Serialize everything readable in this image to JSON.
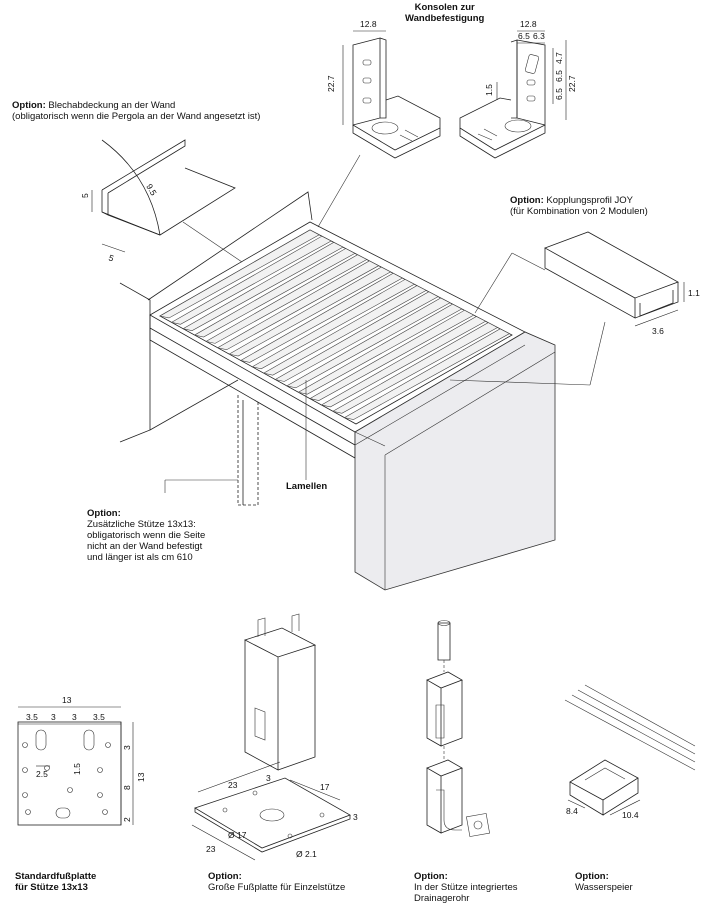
{
  "labels": {
    "konsolen_line1": "Konsolen zur",
    "konsolen_line2": "Wandbefestigung",
    "blech_title": "Option:",
    "blech_text": " Blechabdeckung an der Wand",
    "blech_sub": "(obligatorisch wenn die Pergola an der Wand angesetzt ist)",
    "joy_title": "Option:",
    "joy_text": " Kopplungsprofil JOY",
    "joy_sub": "(für Kombination von 2 Modulen)",
    "stuetze_title": "Option:",
    "stuetze_line1": "Zusätzliche Stütze 13x13:",
    "stuetze_line2": "obligatorisch wenn die Seite",
    "stuetze_line3": "nicht an der Wand befestigt",
    "stuetze_line4": "und länger ist als cm 610",
    "lamellen": "Lamellen",
    "fuss_line1": "Standardfußplatte",
    "fuss_line2": "für Stütze 13x13",
    "gross_title": "Option:",
    "gross_text": "Große Fußplatte für Einzelstütze",
    "drain_title": "Option:",
    "drain_line1": "In der Stütze integriertes",
    "drain_line2": "Drainagerohr",
    "wasser_title": "Option:",
    "wasser_text": "Wasserspeier"
  },
  "dims": {
    "bracket_l_width": "12.8",
    "bracket_l_height": "22.7",
    "bracket_r_width": "12.8",
    "bracket_r_a": "6.5",
    "bracket_r_b": "6.3",
    "bracket_r_c": "6.5",
    "bracket_r_d": "4.7",
    "bracket_r_e": "6.5",
    "bracket_r_h": "22.7",
    "bracket_r_f": "1.5",
    "blech_h": "5",
    "blech_w": "5",
    "blech_r": "9.5",
    "joy_h": "1.1",
    "joy_w": "3.6",
    "plate_total": "13",
    "plate_a": "3.5",
    "plate_b": "3",
    "plate_c": "3",
    "plate_d": "3.5",
    "plate_slot_w": "2.5",
    "plate_slot_h": "1.5",
    "plate_r1": "3",
    "plate_r2": "8",
    "plate_r3": "2",
    "plate_rt": "13",
    "gross_a": "23",
    "gross_b": "3",
    "gross_c": "17",
    "gross_d": "3",
    "gross_e": "23",
    "gross_hole": "Ø 17",
    "gross_small": "Ø 2.1",
    "wasser_a": "8.4",
    "wasser_b": "10.4"
  }
}
